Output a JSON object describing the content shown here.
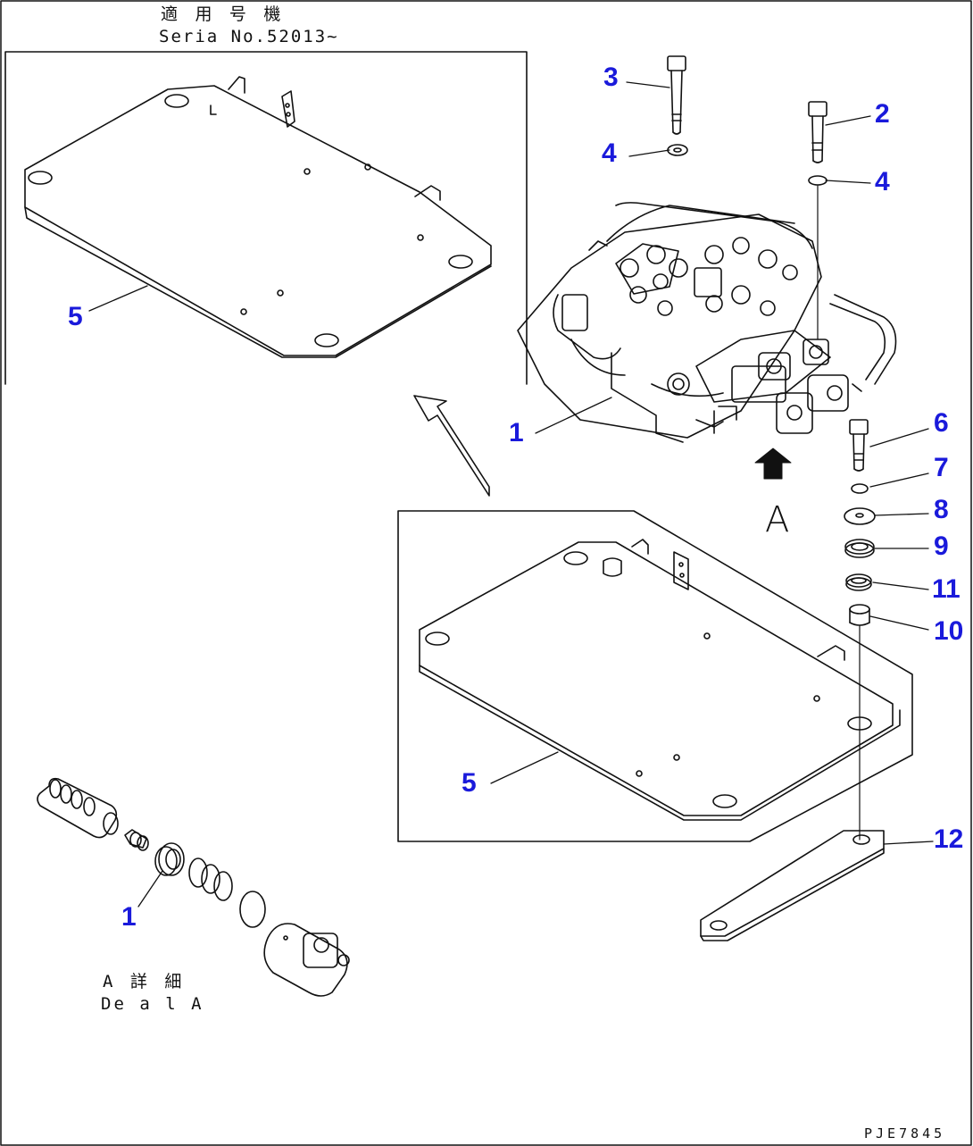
{
  "header": {
    "applicable_jp": "適 用 号 機",
    "serial_text": "Seria No.52013~"
  },
  "detail": {
    "title_jp": "A 詳 細",
    "title_en": "De a l A"
  },
  "view_marker": "A",
  "footer_code": "PJE7845",
  "callouts": [
    {
      "id": "c3",
      "text": "3"
    },
    {
      "id": "c2",
      "text": "2"
    },
    {
      "id": "c4a",
      "text": "4"
    },
    {
      "id": "c4b",
      "text": "4"
    },
    {
      "id": "c5a",
      "text": "5"
    },
    {
      "id": "c1a",
      "text": "1"
    },
    {
      "id": "c6",
      "text": "6"
    },
    {
      "id": "c7",
      "text": "7"
    },
    {
      "id": "c8",
      "text": "8"
    },
    {
      "id": "c9",
      "text": "9"
    },
    {
      "id": "c11",
      "text": "11"
    },
    {
      "id": "c10",
      "text": "10"
    },
    {
      "id": "c5b",
      "text": "5"
    },
    {
      "id": "c12",
      "text": "12"
    },
    {
      "id": "c1b",
      "text": "1"
    }
  ],
  "colors": {
    "callout": "#1a1adb",
    "ink": "#111111"
  }
}
